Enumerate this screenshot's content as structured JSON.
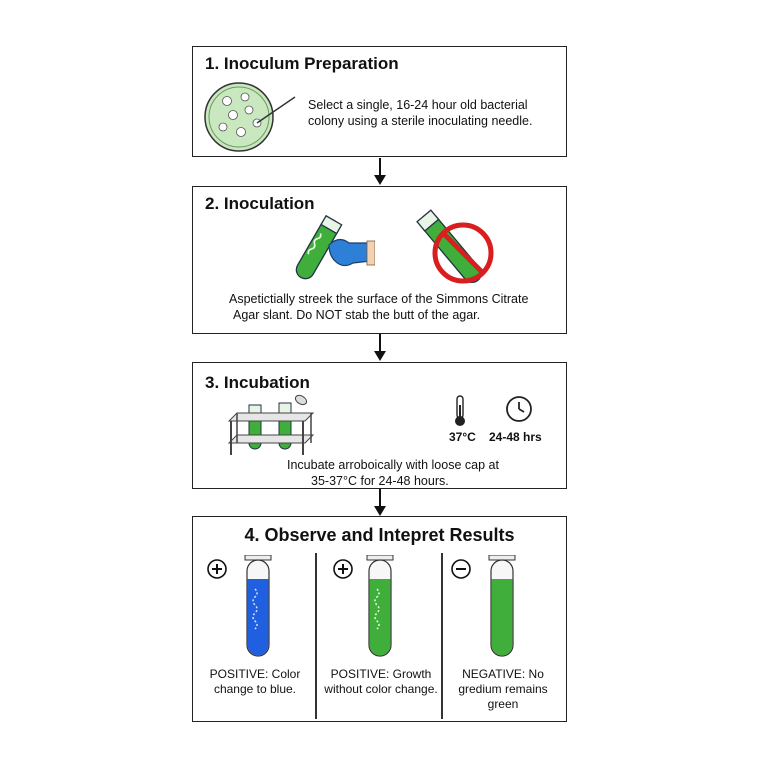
{
  "steps": [
    {
      "title": "1. Inoculum Preparation",
      "text": [
        "Select a single, 16-24 hour old bacterial",
        "colony using a sterile inoculating needle."
      ]
    },
    {
      "title": "2. Inoculation",
      "text": [
        "Aspetictially streek the surface of the Simmons Citrate",
        "Agar slant. Do NOT stab the butt of the agar."
      ]
    },
    {
      "title": "3. Incubation",
      "text": [
        "Incubate arroboically with loose cap at",
        "35-37°C for 24-48 hours."
      ],
      "temp_label": "37°C",
      "time_label": "24-48 hrs"
    },
    {
      "title": "4. Observe and Intepret Results"
    }
  ],
  "results": [
    {
      "sign": "plus",
      "lines": [
        "POSITIVE: Color",
        "change to blue."
      ],
      "color": "#1f5fe0"
    },
    {
      "sign": "plus",
      "lines": [
        "POSITIVE: Growth",
        "without color change."
      ],
      "color": "#3fae3a"
    },
    {
      "sign": "minus",
      "lines": [
        "NEGATIVE: No",
        "gredium remains",
        "green"
      ],
      "color": "#3fae3a"
    }
  ],
  "colors": {
    "agar_green": "#3fae3a",
    "agar_light": "#c9e8bf",
    "blue": "#1f5fe0",
    "glove": "#2e7fd6",
    "no_sign": "#d81e1e"
  }
}
